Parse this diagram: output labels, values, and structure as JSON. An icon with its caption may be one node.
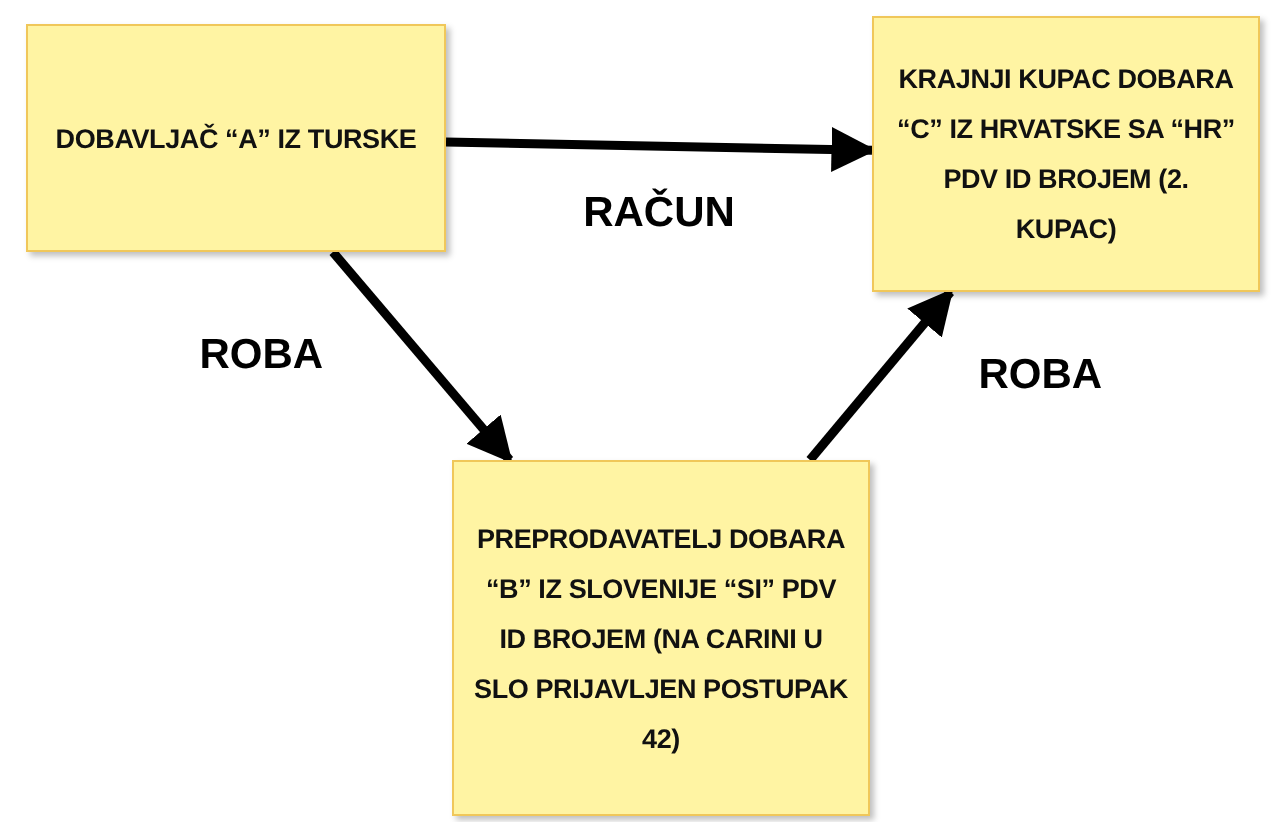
{
  "diagram": {
    "nodes": [
      {
        "text": [
          "DOBAVLJAČ “A” IZ TURSKE"
        ]
      },
      {
        "text": [
          "KRAJNJI KUPAC DOBARA “C” IZ HRVATSKE SA “HR” PDV ID BROJEM (2. KUPAC)"
        ]
      },
      {
        "text": [
          "PREPRODAVATELJ DOBARA “B” IZ SLOVENIJE “SI” PDV ID BROJEM (NA CARINI U SLO PRIJAVLJEN POSTUPAK 42)"
        ]
      }
    ],
    "edges": [
      {
        "from": 0,
        "to": 1,
        "arrow": "to",
        "label": "RAČUN"
      },
      {
        "from": 0,
        "to": 2,
        "arrow": "to",
        "label": "ROBA"
      },
      {
        "from": 2,
        "to": 1,
        "arrow": "to",
        "label": "ROBA"
      }
    ]
  }
}
